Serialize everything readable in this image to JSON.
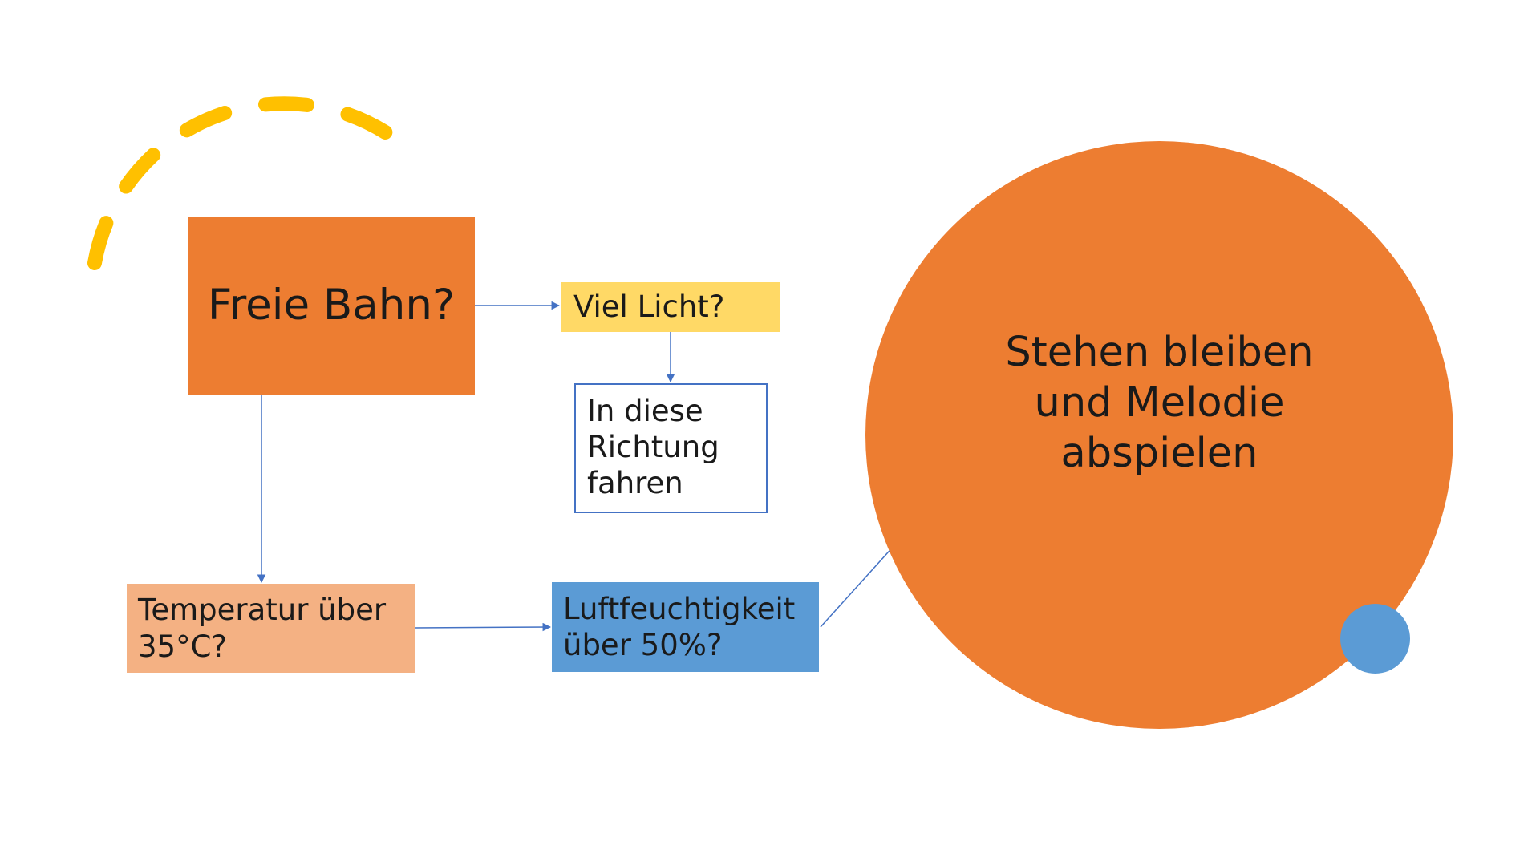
{
  "colors": {
    "orange": "#ed7d31",
    "light_orange": "#f4b183",
    "yellow": "#ffd966",
    "blue": "#5b9bd5",
    "connector": "#4472c4",
    "arc": "#ffc000"
  },
  "nodes": {
    "freie_bahn": "Freie Bahn?",
    "viel_licht": "Viel Licht?",
    "richtung": "In diese Richtung fahren",
    "temperatur": "Temperatur über 35°C?",
    "luftfeuchtigkeit": "Luftfeuchtigkeit über 50%?",
    "stehen": "Stehen bleiben und Melodie abspielen"
  },
  "edges": [
    {
      "from": "Freie Bahn?",
      "to": "Viel Licht?"
    },
    {
      "from": "Viel Licht?",
      "to": "In diese Richtung fahren"
    },
    {
      "from": "Freie Bahn?",
      "to": "Temperatur über 35°C?"
    },
    {
      "from": "Temperatur über 35°C?",
      "to": "Luftfeuchtigkeit über 50%?"
    },
    {
      "from": "Luftfeuchtigkeit über 50%?",
      "to": "Stehen bleiben und Melodie abspielen"
    }
  ],
  "decorations": {
    "arc_style": "dashed",
    "dot_color_name": "blue"
  }
}
